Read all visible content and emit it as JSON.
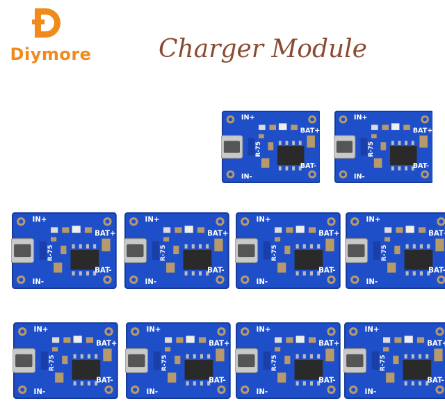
{
  "brand": {
    "name": "Diymore",
    "color": "#f08a1c"
  },
  "title": "Charger Module",
  "board_labels": {
    "in_plus": "IN+",
    "in_minus": "IN-",
    "bat_plus": "BAT+",
    "bat_minus": "BAT-",
    "resistor": "R-75"
  },
  "colors": {
    "pcb": "#1f4fc8",
    "pcb_edge": "#153a9a",
    "pad": "#b89a6a",
    "usb": "#c9c9c9",
    "chip": "#2a2a2a",
    "title": "#8a4a32"
  }
}
